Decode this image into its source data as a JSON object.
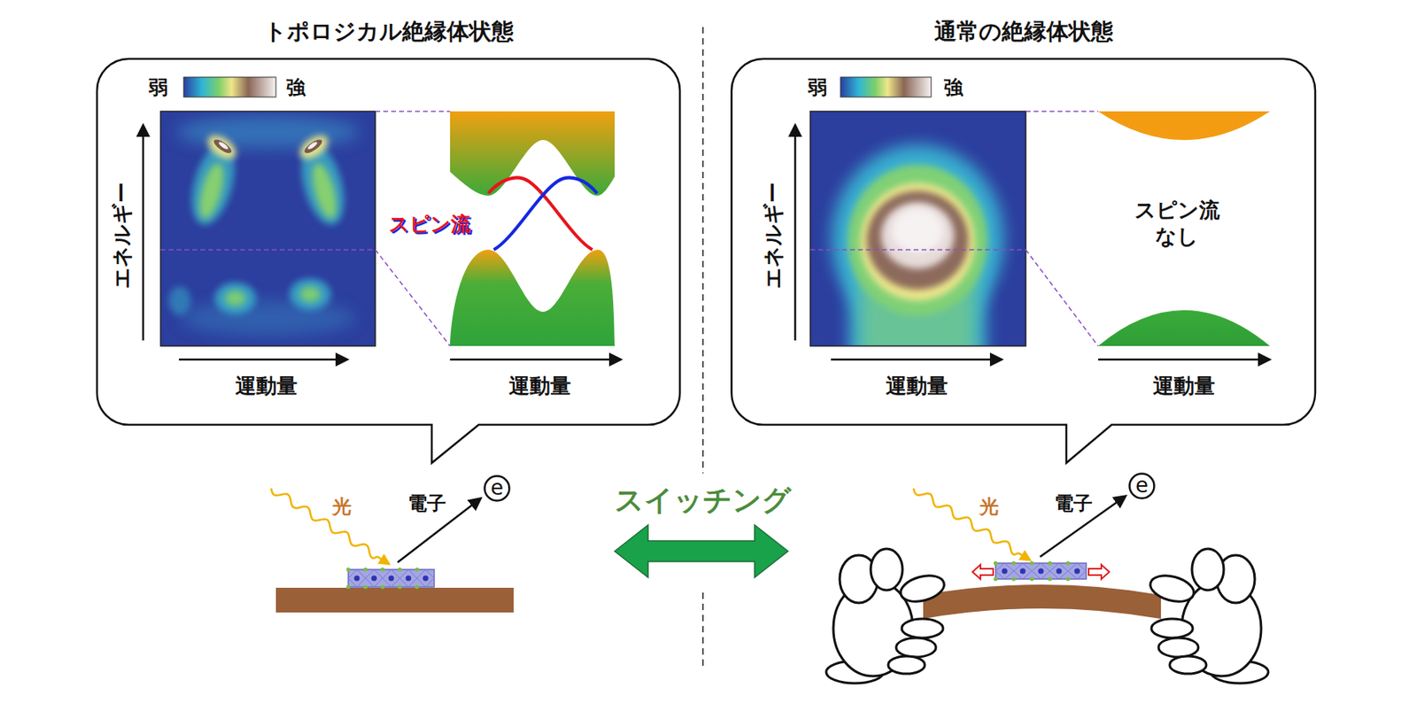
{
  "diagram": {
    "nodes": [
      {
        "text": [
          "トポロジカル絶縁体状態"
        ]
      },
      {
        "text": [
          "通常の絶縁体状態"
        ]
      },
      {
        "text": [
          "e"
        ]
      },
      {
        "text": [
          "e"
        ]
      }
    ],
    "labels": [
      "弱",
      "強",
      "エネルギー",
      "運動量",
      "運動量",
      "スピン流",
      "弱",
      "強",
      "エネルギー",
      "運動量",
      "運動量",
      "スピン流 なし",
      "光",
      "電子",
      "スイッチング",
      "光",
      "電子"
    ]
  }
}
